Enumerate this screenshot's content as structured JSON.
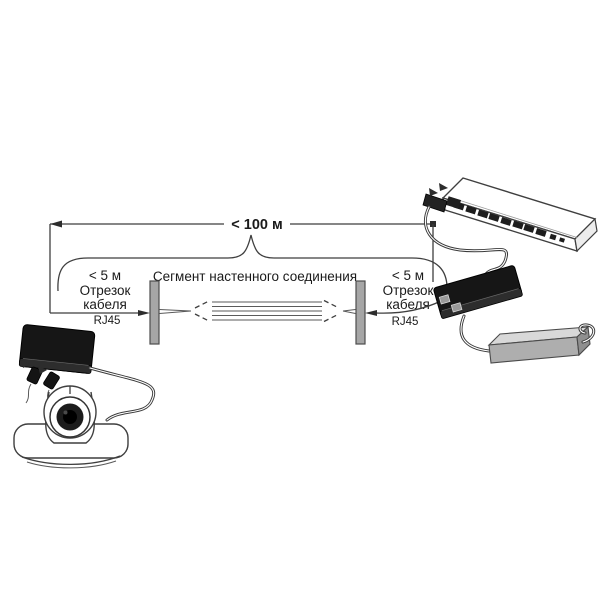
{
  "diagram": {
    "overall_limit_label": "< 100 м",
    "wall_segment_label": "Сегмент настенного соединения",
    "left_drop": {
      "limit": "< 5 м",
      "desc_lines": [
        "Отрезок",
        "кабеля"
      ],
      "connector_label": "RJ45"
    },
    "right_drop": {
      "limit": "< 5 м",
      "desc_lines": [
        "Отрезок",
        "кабеля"
      ],
      "connector_label": "RJ45"
    },
    "devices": {
      "bottom_left": "ptz-camera",
      "left_box": "cable-extender",
      "left_wall": "wall-plate",
      "right_wall": "wall-plate",
      "right_box": "cable-extender",
      "top_right": "codec-switch",
      "power": "power-adapter"
    },
    "colors": {
      "background": "#ffffff",
      "line": "#3f3f3f",
      "text": "#1a1a1a",
      "wall_plate_fill": "#a6a6a6",
      "wall_plate_edge": "#4d4d4d",
      "device_black": "#161616",
      "adapter_gray": "#b8b8b8"
    }
  }
}
